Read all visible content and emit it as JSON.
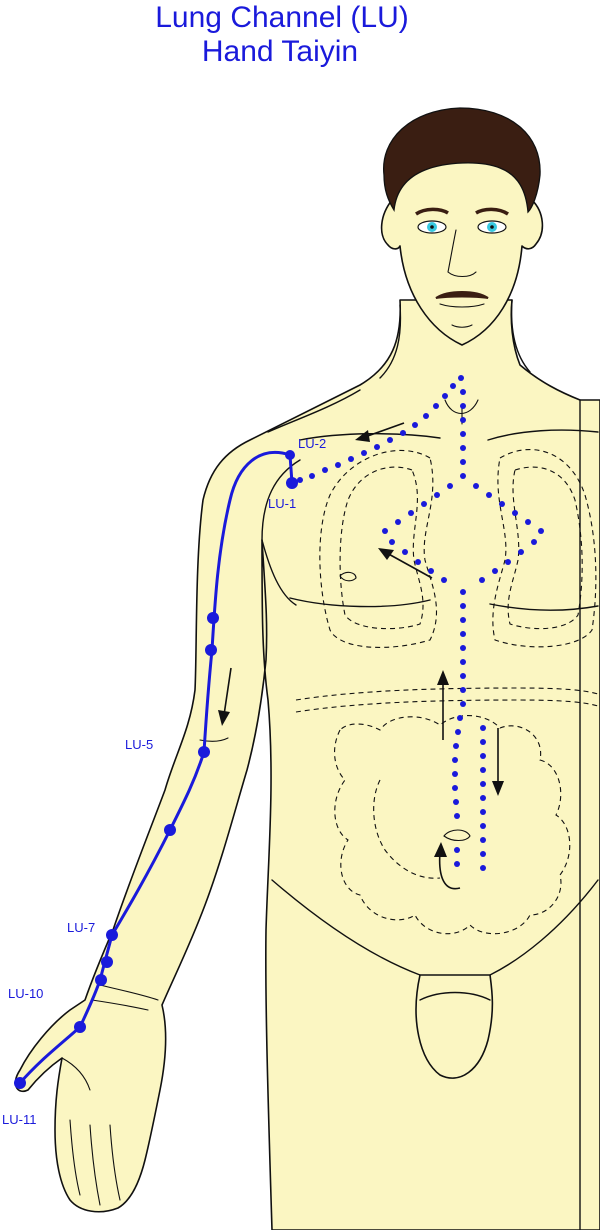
{
  "title": {
    "line1": "Lung Channel (LU)",
    "line2": "Hand Taiyin"
  },
  "points": [
    {
      "id": "LU-2",
      "label": "LU-2"
    },
    {
      "id": "LU-1",
      "label": "LU-1"
    },
    {
      "id": "LU-5",
      "label": "LU-5"
    },
    {
      "id": "LU-7",
      "label": "LU-7"
    },
    {
      "id": "LU-10",
      "label": "LU-10"
    },
    {
      "id": "LU-11",
      "label": "LU-11"
    }
  ],
  "colors": {
    "channel": "#1a1adb",
    "skin": "#fbf6c2",
    "outline": "#111111",
    "hair": "#3a1e12",
    "eyes": "#38c8e0"
  }
}
